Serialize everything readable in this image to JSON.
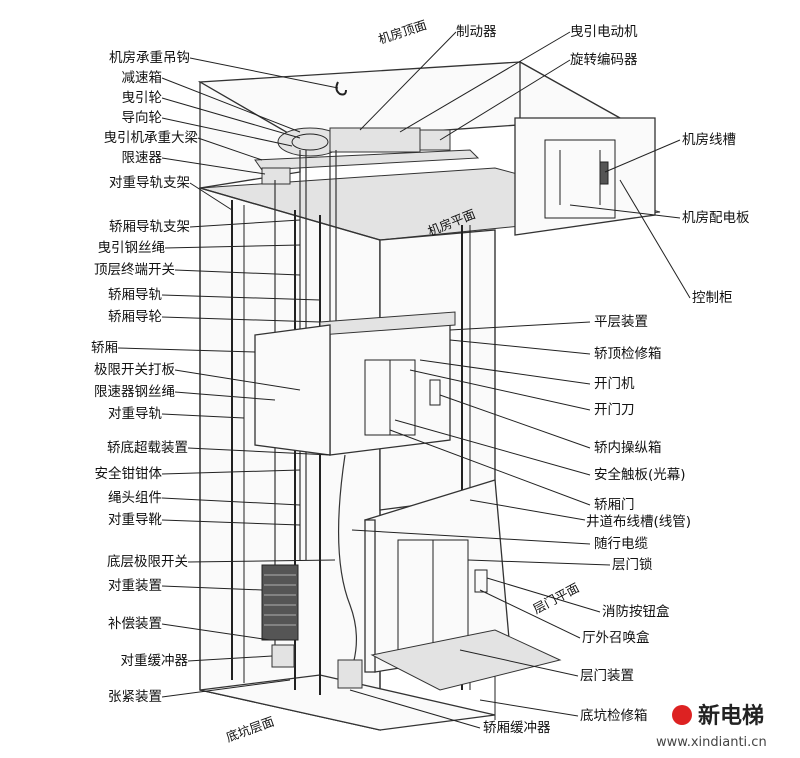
{
  "left_labels": [
    "机房承重吊钩",
    "减速箱",
    "曳引轮",
    "导向轮",
    "曳引机承重大梁",
    "限速器",
    "对重导轨支架",
    "轿厢导轨支架",
    "曳引钢丝绳",
    "顶层终端开关",
    "轿厢导轨",
    "轿厢导轮",
    "轿厢",
    "极限开关打板",
    "限速器钢丝绳",
    "对重导轨",
    "轿底超载装置",
    "安全钳钳体",
    "绳头组件",
    "对重导靴",
    "底层极限开关",
    "对重装置",
    "补偿装置",
    "对重缓冲器",
    "张紧装置"
  ],
  "right_labels": [
    "平层装置",
    "轿顶检修箱",
    "开门机",
    "开门刀",
    "轿内操纵箱",
    "安全触板(光幕)",
    "轿厢门",
    "井道布线槽(线管)",
    "随行电缆",
    "层门锁",
    "消防按钮盒",
    "厅外召唤盒",
    "层门装置",
    "底坑检修箱"
  ],
  "top_labels": {
    "brake": "制动器",
    "traction_motor": "曳引电动机",
    "rotary_encoder": "旋转编码器",
    "machine_room_trunking": "机房线槽",
    "machine_room_panel": "机房配电板",
    "control_cabinet": "控制柜"
  },
  "planes": {
    "machine_room_top": "机房顶面",
    "machine_room_floor": "机房平面",
    "landing_floor": "层门平面",
    "pit_floor": "底坑层面"
  },
  "bottom_label": "轿厢缓冲器",
  "watermark": {
    "brand": "新电梯",
    "url": "www.xindianti.cn"
  }
}
